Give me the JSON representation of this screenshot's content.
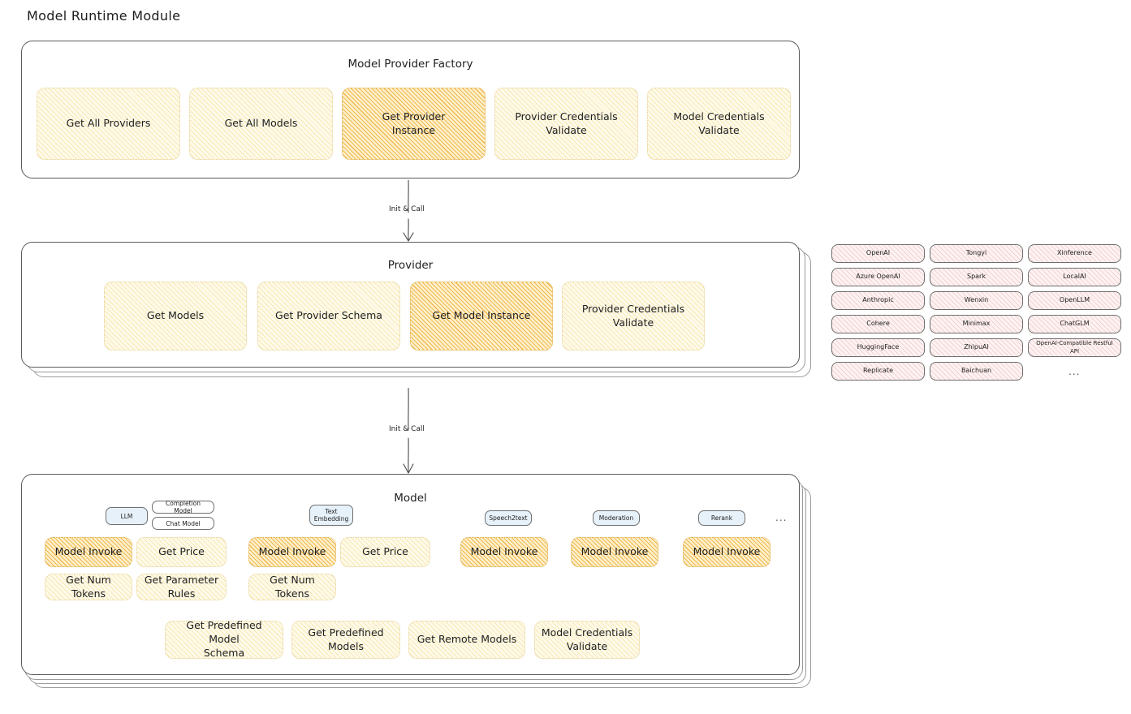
{
  "page": {
    "title": "Model Runtime Module"
  },
  "colors": {
    "accent_yellow": "#fefaea",
    "accent_yellow_hatch": "#f3d882",
    "accent_orange": "#fdf0cd",
    "accent_orange_hatch": "#eeaf37",
    "accent_pink": "#fdf2f2",
    "accent_pink_hatch": "#e8a0a0",
    "accent_blue": "#e7f1fa",
    "stroke": "#5b5b5b",
    "text": "#1e1e1e"
  },
  "factory": {
    "title": "Model Provider Factory",
    "nodes": [
      {
        "label": "Get All Providers",
        "highlighted": false
      },
      {
        "label": "Get All Models",
        "highlighted": false
      },
      {
        "label": "Get Provider\nInstance",
        "highlighted": true
      },
      {
        "label": "Provider Credentials\nValidate",
        "highlighted": false
      },
      {
        "label": "Model Credentials\nValidate",
        "highlighted": false
      }
    ]
  },
  "arrows": [
    {
      "label": "Init & Call",
      "from": "Model Provider Factory",
      "to": "Provider"
    },
    {
      "label": "Init & Call",
      "from": "Provider",
      "to": "Model"
    }
  ],
  "provider": {
    "title": "Provider",
    "nodes": [
      {
        "label": "Get Models",
        "highlighted": false
      },
      {
        "label": "Get Provider Schema",
        "highlighted": false
      },
      {
        "label": "Get Model Instance",
        "highlighted": true
      },
      {
        "label": "Provider Credentials\nValidate",
        "highlighted": false
      }
    ]
  },
  "provider_list": {
    "columns": [
      [
        "OpenAI",
        "Azure OpenAI",
        "Anthropic",
        "Cohere",
        "HuggingFace",
        "Replicate"
      ],
      [
        "Tongyi",
        "Spark",
        "Wenxin",
        "Minimax",
        "ZhipuAI",
        "Baichuan"
      ],
      [
        "Xinference",
        "LocalAI",
        "OpenLLM",
        "ChatGLM",
        "OpenAI-Compatible Restful API"
      ]
    ],
    "more": "..."
  },
  "model": {
    "title": "Model",
    "more": "...",
    "types": [
      {
        "badge": "LLM",
        "sub_badges": [
          "Completion Model",
          "Chat Model"
        ],
        "nodes": [
          {
            "label": "Model Invoke",
            "highlighted": true
          },
          {
            "label": "Get Price",
            "highlighted": false
          },
          {
            "label": "Get Num Tokens",
            "highlighted": false
          },
          {
            "label": "Get Parameter\nRules",
            "highlighted": false
          }
        ]
      },
      {
        "badge": "Text\nEmbedding",
        "sub_badges": [],
        "nodes": [
          {
            "label": "Model Invoke",
            "highlighted": true
          },
          {
            "label": "Get Price",
            "highlighted": false
          },
          {
            "label": "Get Num Tokens",
            "highlighted": false
          }
        ]
      },
      {
        "badge": "Speech2text",
        "sub_badges": [],
        "nodes": [
          {
            "label": "Model Invoke",
            "highlighted": true
          }
        ]
      },
      {
        "badge": "Moderation",
        "sub_badges": [],
        "nodes": [
          {
            "label": "Model Invoke",
            "highlighted": true
          }
        ]
      },
      {
        "badge": "Rerank",
        "sub_badges": [],
        "nodes": [
          {
            "label": "Model Invoke",
            "highlighted": true
          }
        ]
      }
    ],
    "common_nodes": [
      {
        "label": "Get Predefined Model\nSchema"
      },
      {
        "label": "Get Predefined\nModels"
      },
      {
        "label": "Get Remote Models"
      },
      {
        "label": "Model Credentials\nValidate"
      }
    ]
  }
}
